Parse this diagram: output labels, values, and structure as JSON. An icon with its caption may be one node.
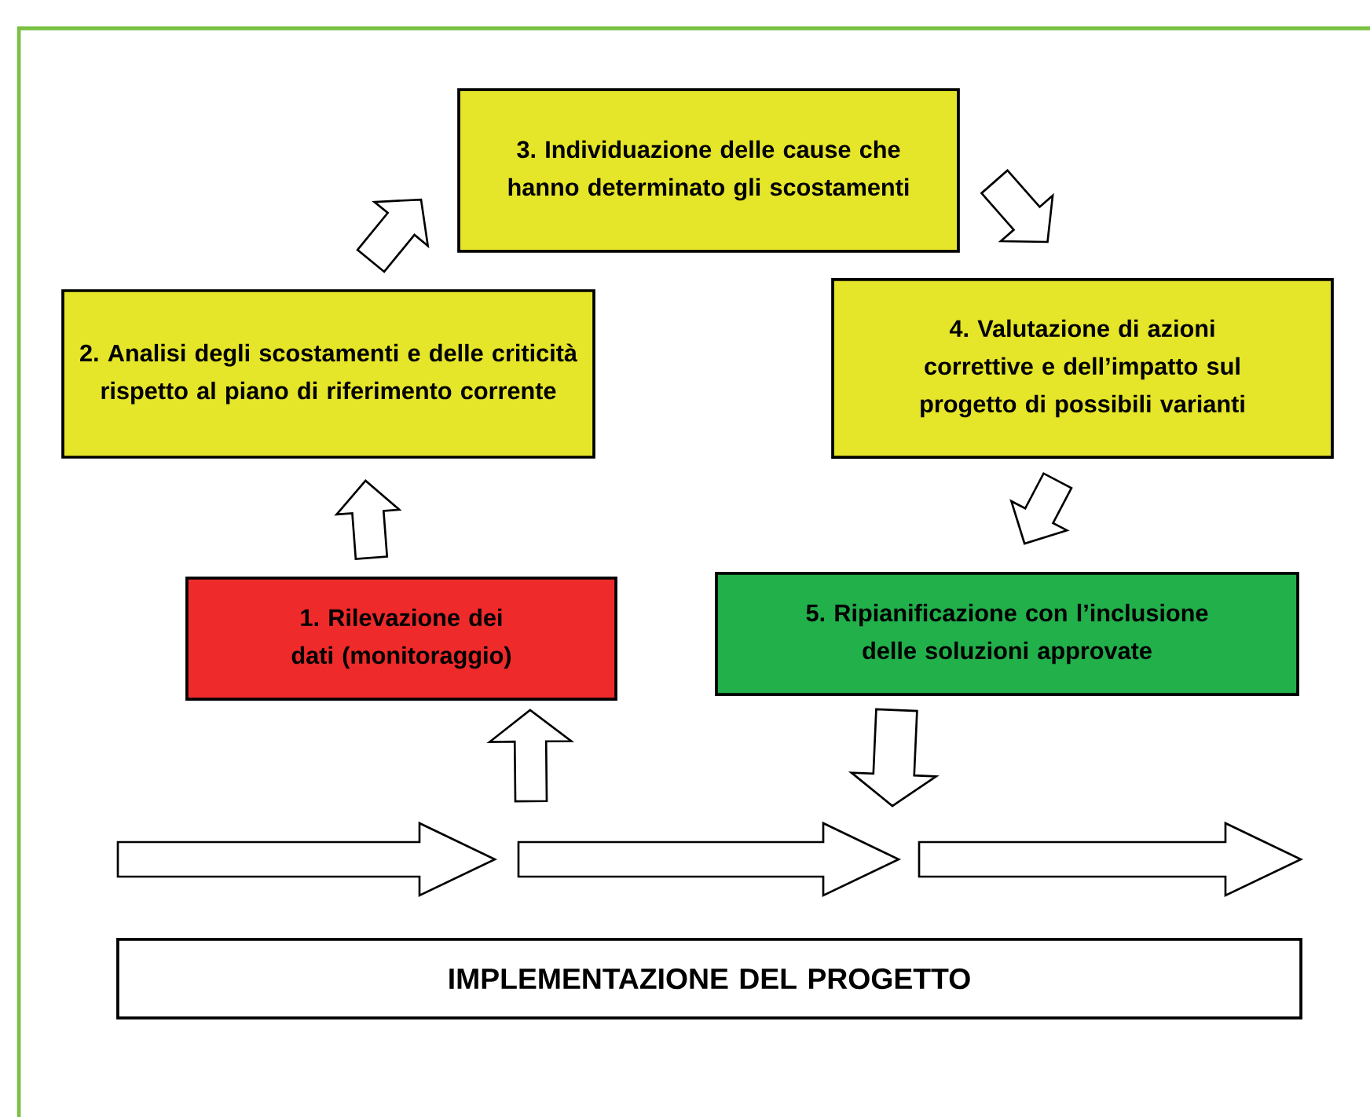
{
  "diagram": {
    "nodes": [
      {
        "text": [
          "1. Rilevazione dei dati (monitoraggio)"
        ]
      },
      {
        "text": [
          "2. Analisi degli scostamenti e delle criticità rispetto al piano di riferimento corrente"
        ]
      },
      {
        "text": [
          "3. Individuazione delle cause che hanno determinato gli scostamenti"
        ]
      },
      {
        "text": [
          "4. Valutazione di azioni correttive e dell’impatto sul progetto di possibili varianti"
        ]
      },
      {
        "text": [
          "5. Ripianificazione con l’inclusione delle soluzioni approvate"
        ]
      },
      {
        "text": [
          "IMPLEMENTAZIONE DEL PROGETTO"
        ]
      }
    ],
    "edges": [
      {
        "from": 0,
        "to": 1,
        "arrow": "to"
      },
      {
        "from": 1,
        "to": 2,
        "arrow": "to"
      },
      {
        "from": 2,
        "to": 3,
        "arrow": "to"
      },
      {
        "from": 3,
        "to": 4,
        "arrow": "to"
      },
      {
        "from": null,
        "to": 0,
        "arrow": "to"
      },
      {
        "from": 4,
        "to": null,
        "arrow": "to"
      }
    ]
  }
}
